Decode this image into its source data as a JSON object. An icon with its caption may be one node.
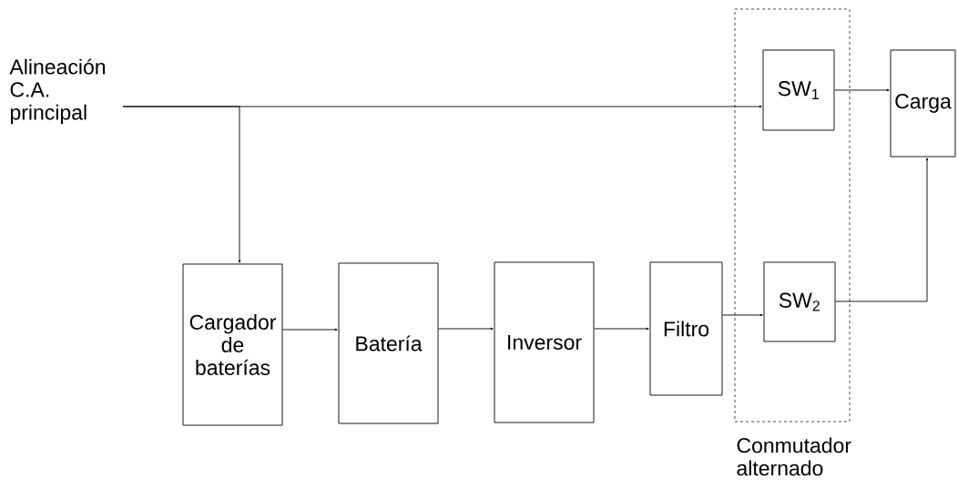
{
  "diagram": {
    "nodes": [
      {
        "text": [
          "Alineación C.A. principal"
        ]
      },
      {
        "text": [
          "Conmutador alternado"
        ]
      },
      {
        "text": [
          "SW$_{1}$"
        ],
        "in": 1
      },
      {
        "text": [
          "SW$_{2}$"
        ],
        "in": 1
      },
      {
        "text": [
          "Carga"
        ]
      },
      {
        "text": [
          "Cargador de baterías"
        ]
      },
      {
        "text": [
          "Batería"
        ]
      },
      {
        "text": [
          "Inversor"
        ]
      },
      {
        "text": [
          "Filtro"
        ]
      }
    ],
    "edges": [
      {
        "from": 0,
        "to": 2,
        "arrow": "to"
      },
      {
        "from": 0,
        "to": 5,
        "arrow": "to"
      },
      {
        "from": 2,
        "to": 4,
        "arrow": "to"
      },
      {
        "from": 3,
        "to": 4,
        "arrow": "to"
      },
      {
        "from": 5,
        "to": 6,
        "arrow": "to"
      },
      {
        "from": 6,
        "to": 7,
        "arrow": "to"
      },
      {
        "from": 7,
        "to": 8,
        "arrow": "to"
      },
      {
        "from": 8,
        "to": 3,
        "arrow": "to"
      }
    ]
  }
}
